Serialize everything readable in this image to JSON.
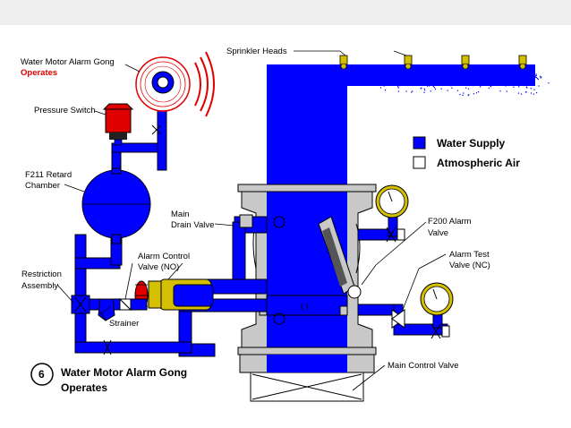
{
  "labels": {
    "gong_line1": "Water Motor Alarm Gong",
    "gong_line2": "Operates",
    "pressure_switch": "Pressure Switch",
    "retard_chamber_line1": "F211 Retard",
    "retard_chamber_line2": "Chamber",
    "main_drain_line1": "Main",
    "main_drain_line2": "Drain Valve",
    "alarm_control_line1": "Alarm Control",
    "alarm_control_line2": "Valve (NO)",
    "restriction_line1": "Restriction",
    "restriction_line2": "Assembly",
    "strainer": "Strainer",
    "sprinkler_heads": "Sprinkler Heads",
    "alarm_valve_line1": "F200 Alarm",
    "alarm_valve_line2": "Valve",
    "alarm_test_line1": "Alarm Test",
    "alarm_test_line2": "Valve (NC)",
    "main_control": "Main Control Valve",
    "flap_mark": "( )"
  },
  "legend": {
    "water_supply": "Water Supply",
    "atmospheric_air": "Atmospheric Air"
  },
  "step": {
    "number": "6",
    "title_line1": "Water Motor Alarm Gong",
    "title_line2": "Operates"
  },
  "colors": {
    "water": "#0000ff",
    "valve_body": "#c8c8c8",
    "gong_ring": "#e00000",
    "alarm_control": "#d4c000",
    "pressure_switch": "#e00000"
  }
}
